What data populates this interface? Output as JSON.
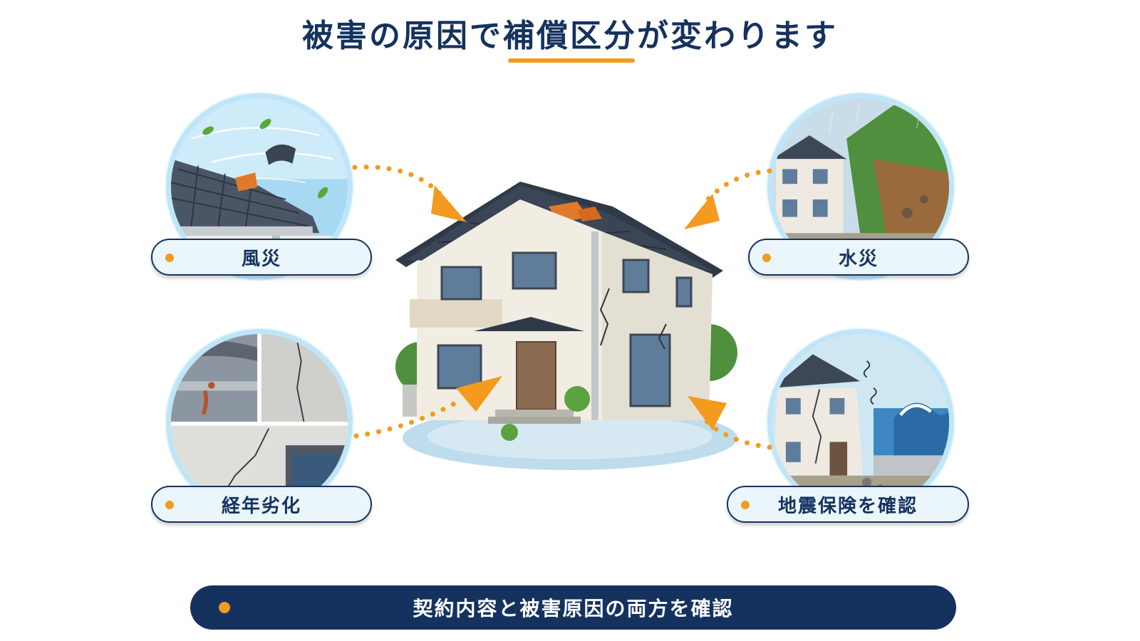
{
  "title": "被害の原因で補償区分が変わります",
  "categories": {
    "wind": "風災",
    "water": "水災",
    "aging": "経年劣化",
    "earthquake": "地震保険を確認"
  },
  "bottom_banner": "契約内容と被害原因の両方を確認",
  "colors": {
    "navy": "#15325f",
    "orange": "#f39a1f",
    "pill_bg": "#eaf5fc",
    "circle_border": "#bfe6f8"
  }
}
